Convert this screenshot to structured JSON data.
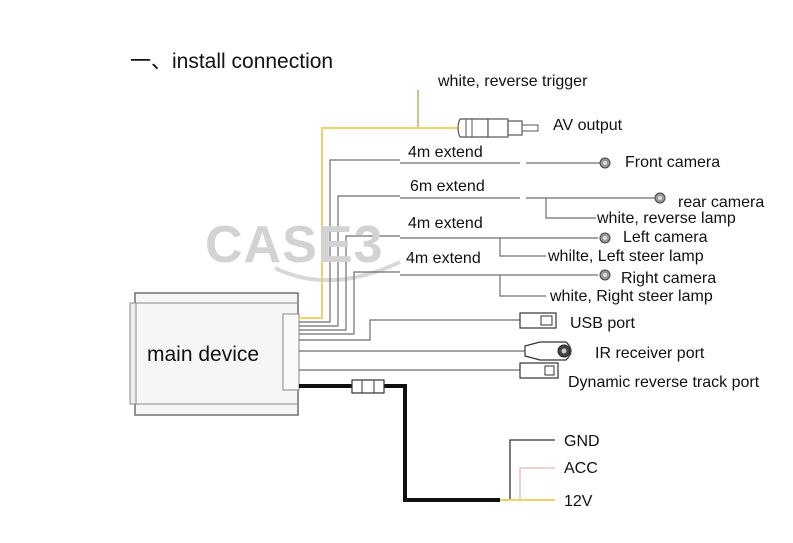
{
  "title": "一、install connection",
  "watermark": "CASE3",
  "main_device": "main device",
  "labels": {
    "reverse_trigger": "white, reverse trigger",
    "av_output": "AV output",
    "extend_front": "4m extend",
    "front_camera": "Front camera",
    "extend_rear": "6m extend",
    "rear_camera": "rear camera",
    "reverse_lamp": "white, reverse lamp",
    "extend_left": "4m extend",
    "left_camera": "Left camera",
    "left_steer": "whilte, Left steer lamp",
    "extend_right": "4m extend",
    "right_camera": "Right camera",
    "right_steer": "white, Right steer lamp",
    "usb_port": "USB port",
    "ir_port": "IR receiver port",
    "track_port": "Dynamic reverse track port",
    "gnd": "GND",
    "acc": "ACC",
    "v12": "12V"
  },
  "colors": {
    "line": "#6e6e6e",
    "yellow": "#f2d06b",
    "power": "#111111",
    "watermark": "#d3d3d3",
    "device_fill": "#f6f6f6",
    "acc": "#e8c4c0"
  }
}
